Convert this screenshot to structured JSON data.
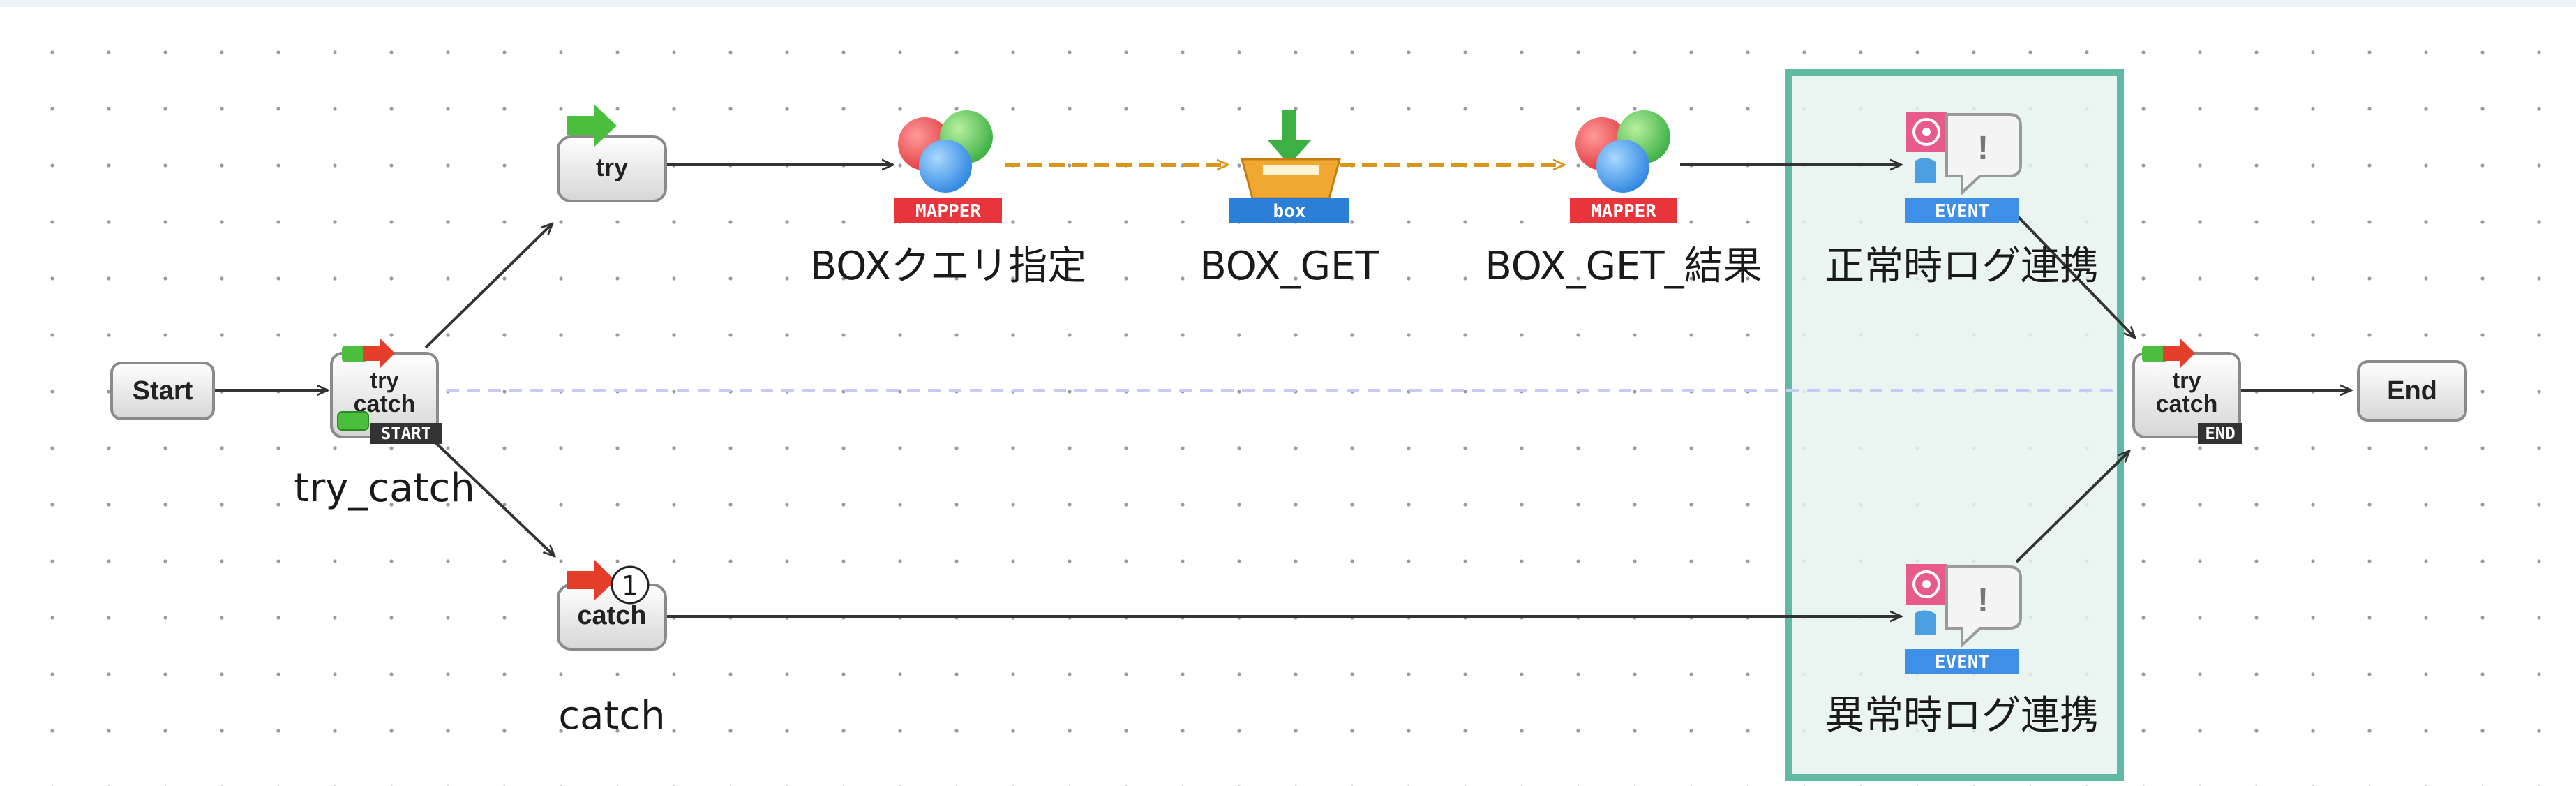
{
  "nodes": {
    "start": {
      "label": "Start"
    },
    "end": {
      "label": "End"
    },
    "try_catch_start": {
      "icon_top": "try",
      "icon_bottom": "catch",
      "badge": "START",
      "label": "try_catch"
    },
    "try": {
      "icon": "try"
    },
    "catch": {
      "icon": "catch",
      "marker": "1",
      "label": "catch"
    },
    "mapper1": {
      "badge": "MAPPER",
      "label": "BOXクエリ指定"
    },
    "box_get": {
      "badge": "box",
      "label": "BOX_GET"
    },
    "mapper2": {
      "badge": "MAPPER",
      "label": "BOX_GET_結果"
    },
    "event_ok": {
      "badge": "EVENT",
      "label": "正常時ログ連携"
    },
    "event_err": {
      "badge": "EVENT",
      "label": "異常時ログ連携"
    },
    "try_catch_end": {
      "icon_top": "try",
      "icon_bottom": "catch",
      "badge": "END"
    }
  },
  "colors": {
    "highlight_border": "#5fb9a3",
    "highlight_fill": "#e6f2ef",
    "mapper_badge": "#e8343b",
    "box_badge": "#2c7fd6",
    "event_badge": "#3f8fe6",
    "dashed_connector": "#f0a830",
    "arrow": "#333333"
  }
}
